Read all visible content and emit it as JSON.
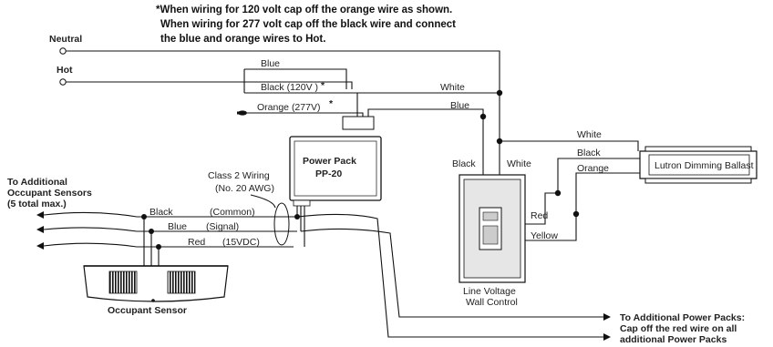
{
  "note": {
    "line1": "*When wiring for 120 volt cap off the orange wire as shown.",
    "line2": "When wiring for 277 volt cap off the black wire and connect",
    "line3": "the blue and orange wires to Hot."
  },
  "terminals": {
    "neutral": "Neutral",
    "hot": "Hot"
  },
  "pack_wires": {
    "blue": "Blue",
    "black": "Black (120V )",
    "black_star": "*",
    "orange": "Orange (277V)",
    "orange_star": "*"
  },
  "right_wires": {
    "white_top": "White",
    "blue": "Blue",
    "black": "Black",
    "white_mid": "White",
    "white_ballast": "White",
    "black_ballast": "Black",
    "orange_ballast": "Orange",
    "red": "Red",
    "yellow": "Yellow"
  },
  "power_pack": {
    "line1": "Power Pack",
    "line2": "PP-20"
  },
  "ballast": {
    "label": "Lutron Dimming Ballast"
  },
  "wall_control": {
    "line1": "Line Voltage",
    "line2": "Wall Control"
  },
  "class2": {
    "line1": "Class 2 Wiring",
    "line2": "(No. 20 AWG)"
  },
  "additional_sensors": {
    "line1": "To Additional",
    "line2": "Occupant Sensors",
    "line3": "(5 total max.)"
  },
  "sensor_wires": {
    "black": "Black",
    "black_fn": "(Common)",
    "blue": "Blue",
    "blue_fn": "(Signal)",
    "red": "Red",
    "red_fn": "(15VDC)"
  },
  "occupant_sensor": {
    "label": "Occupant Sensor"
  },
  "additional_packs": {
    "line1": "To Additional Power Packs:",
    "line2": "Cap off the red wire on all",
    "line3": "additional Power Packs"
  }
}
